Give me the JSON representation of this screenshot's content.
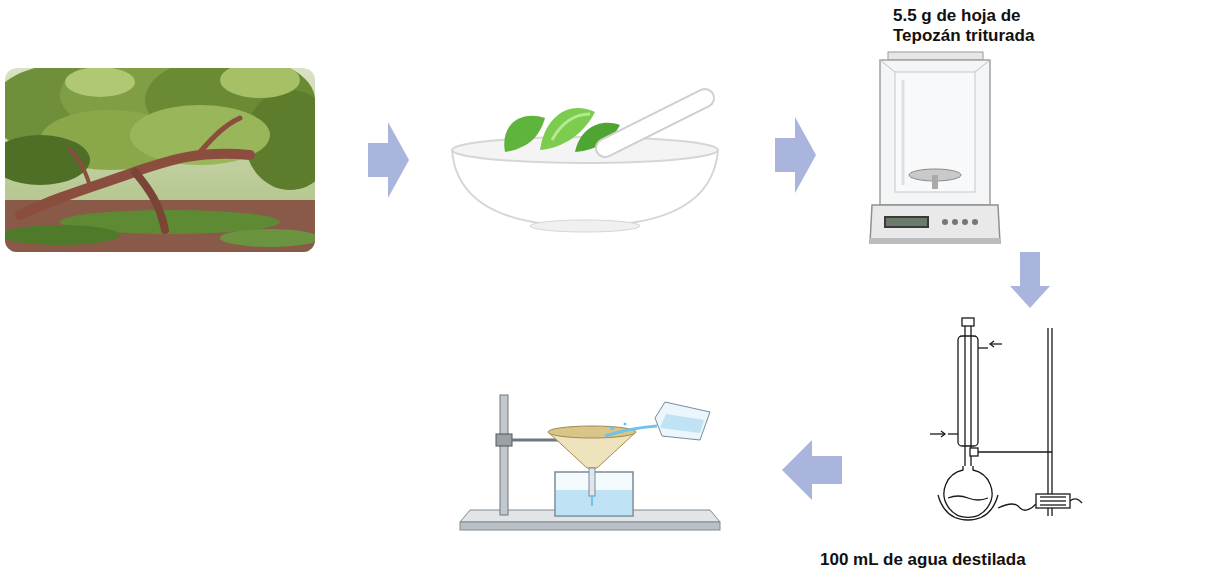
{
  "diagram": {
    "nodes": [
      {
        "text": [
          "5.5 g de hoja de Tepozán triturada"
        ]
      },
      {
        "text": [
          "100 mL de agua destilada"
        ]
      }
    ],
    "edges": [
      {
        "from": 0,
        "to": 1,
        "arrow": "to"
      }
    ]
  }
}
